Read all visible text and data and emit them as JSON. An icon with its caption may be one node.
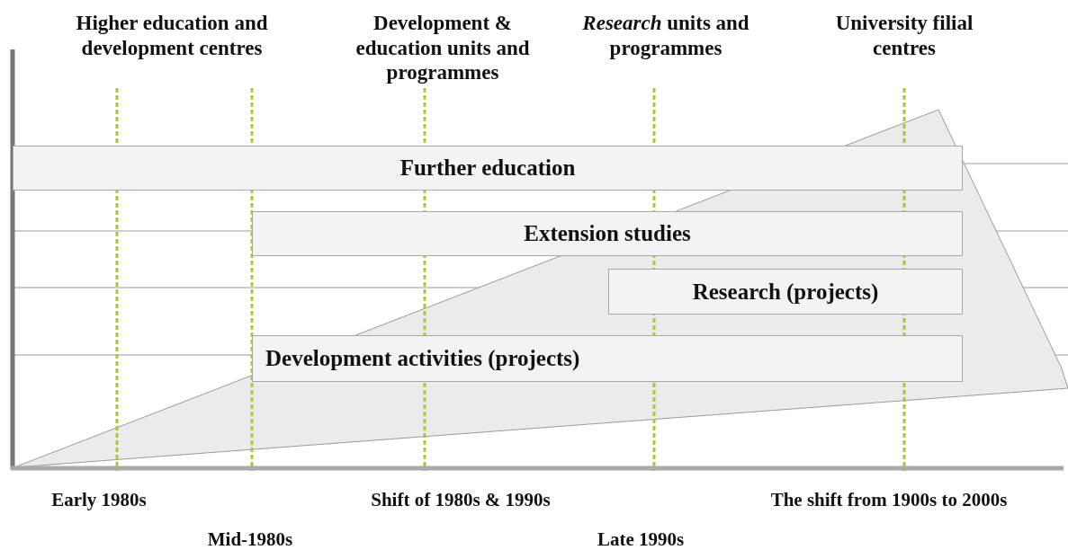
{
  "diagram": {
    "nodes": [
      {
        "text": [
          "Further education"
        ]
      },
      {
        "text": [
          "Extension studies"
        ]
      },
      {
        "text": [
          "Research (projects)"
        ]
      },
      {
        "text": [
          "Development activities (projects)"
        ]
      }
    ],
    "labels": [
      "Higher education and development centres",
      "Development & education units and programmes",
      "*Research* units and programmes",
      "University filial centres",
      "Early 1980s",
      "Shift of 1980s & 1990s",
      "The shift from 1900s to 2000s",
      "Mid-1980s",
      "Late 1990s"
    ]
  }
}
